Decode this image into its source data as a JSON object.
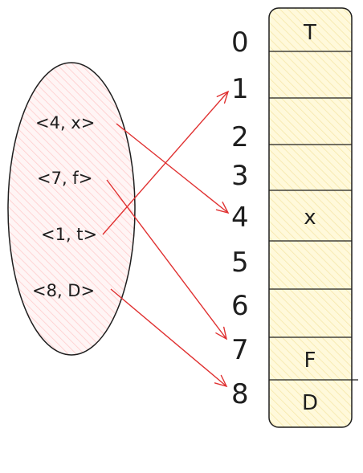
{
  "diagram": {
    "colors": {
      "set_fill": "#ffe3e3",
      "table_fill": "#fff3bf",
      "arrow": "#e03131",
      "stroke": "#1e1e1e"
    },
    "pairs": [
      {
        "label": "<4, x>",
        "target_index": 4
      },
      {
        "label": "<7, f>",
        "target_index": 7
      },
      {
        "label": "<1, t>",
        "target_index": 1
      },
      {
        "label": "<8, D>",
        "target_index": 8
      }
    ],
    "table": {
      "indices": [
        "0",
        "1",
        "2",
        "3",
        "4",
        "5",
        "6",
        "7",
        "8"
      ],
      "cells": [
        "T",
        "",
        "",
        "",
        "x",
        "",
        "",
        "F",
        "D"
      ]
    }
  }
}
